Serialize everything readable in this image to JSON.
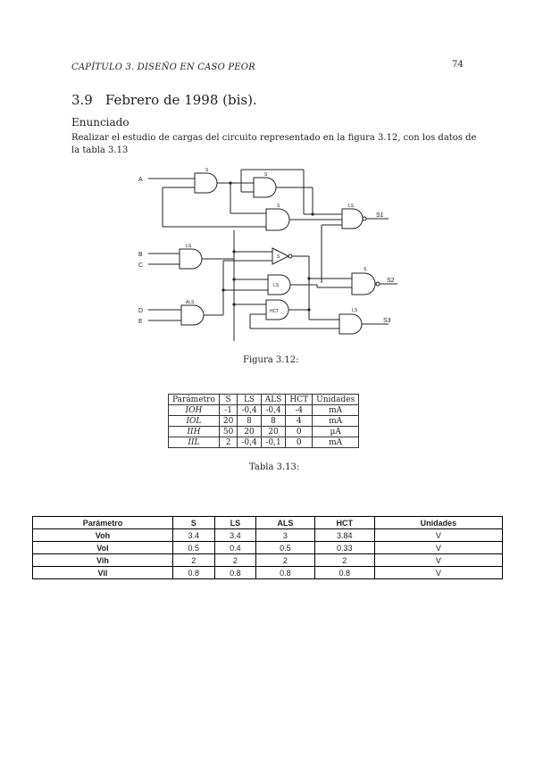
{
  "header": {
    "chapter": "CAPÍTULO 3.  DISEÑO EN CASO PEOR",
    "page_number": "74"
  },
  "section": {
    "number": "3.9",
    "title": "Febrero de 1998 (bis)."
  },
  "enunciado": "Enunciado",
  "body_text": "Realizar el estudio de cargas del circuito representado en la figura 3.12, con los datos de la tabla 3.13",
  "figure": {
    "caption": "Figura 3.12:",
    "inputs": {
      "a": "A",
      "b": "B",
      "c": "C",
      "d": "D",
      "e": "E"
    },
    "outputs": {
      "s1": "S1",
      "s2": "S2",
      "s3": "S3"
    },
    "gate_labels": {
      "g1": "S",
      "g2": "S",
      "g3": "LS",
      "g4": "S",
      "g5": "LS",
      "g6": "ALS",
      "g7": "S",
      "g8": "LS",
      "g9": "HCT",
      "g10": "S",
      "g11": "LS"
    }
  },
  "scan_table": {
    "headers": [
      "Parámetro",
      "S",
      "LS",
      "ALS",
      "HCT",
      "Unidades"
    ],
    "rows": [
      [
        "IOH",
        "-1",
        "-0,4",
        "-0,4",
        "-4",
        "mA"
      ],
      [
        "IOL",
        "20",
        "8",
        "8",
        "4",
        "mA"
      ],
      [
        "IIH",
        "50",
        "20",
        "20",
        "0",
        "µA"
      ],
      [
        "IIL",
        "2",
        "-0,4",
        "-0,1",
        "0",
        "mA"
      ]
    ],
    "caption": "Tabla 3.13:"
  },
  "bottom_table": {
    "headers": [
      "Parámetro",
      "S",
      "LS",
      "ALS",
      "HCT",
      "Unidades"
    ],
    "rows": [
      [
        "Voh",
        "3.4",
        "3.4",
        "3",
        "3.84",
        "V"
      ],
      [
        "Vol",
        "0.5",
        "0.4",
        "0.5",
        "0.33",
        "V"
      ],
      [
        "Vih",
        "2",
        "2",
        "2",
        "2",
        "V"
      ],
      [
        "Vil",
        "0.8",
        "0.8",
        "0.8",
        "0.8",
        "V"
      ]
    ]
  }
}
